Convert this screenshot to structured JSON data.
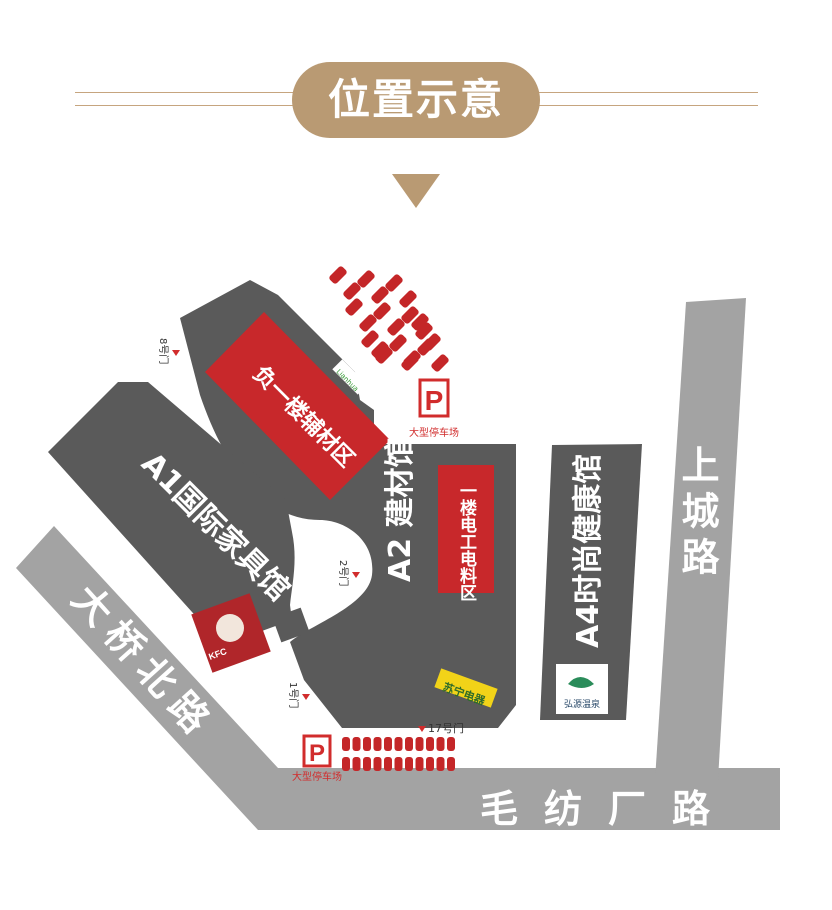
{
  "header": {
    "title": "位置示意"
  },
  "colors": {
    "gold": "#b99a73",
    "road": "#a3a3a3",
    "building": "#5a5a5a",
    "red_zone": "#c8282b",
    "car": "#c42628",
    "parking_sign": "#d12c2c"
  },
  "buildings": {
    "a1": {
      "label": "A1国际家具馆"
    },
    "a2": {
      "label": "A2 建材馆"
    },
    "a4": {
      "label": "A4时尚健康馆"
    }
  },
  "zones": {
    "basement": {
      "label": "负一楼辅材区"
    },
    "electric": {
      "label": "一楼电工电料区"
    }
  },
  "roads": {
    "daqiao": {
      "label": "大桥北路"
    },
    "maofang": {
      "label": "毛纺厂路"
    },
    "shangcheng": {
      "label": "上城路"
    }
  },
  "gates": {
    "gate8": {
      "label": "8号门"
    },
    "gate2": {
      "label": "2号门"
    },
    "gate1": {
      "label": "1号门"
    },
    "gate17": {
      "label": "17号门"
    }
  },
  "parking": {
    "north": {
      "sign": "P",
      "label": "大型停车场"
    },
    "south": {
      "sign": "P",
      "label": "大型停车场"
    }
  },
  "brands": {
    "kfc": "KFC",
    "suning": "苏宁电器",
    "hongyuan": "弘源温泉",
    "small_sign": "Lianhua"
  }
}
